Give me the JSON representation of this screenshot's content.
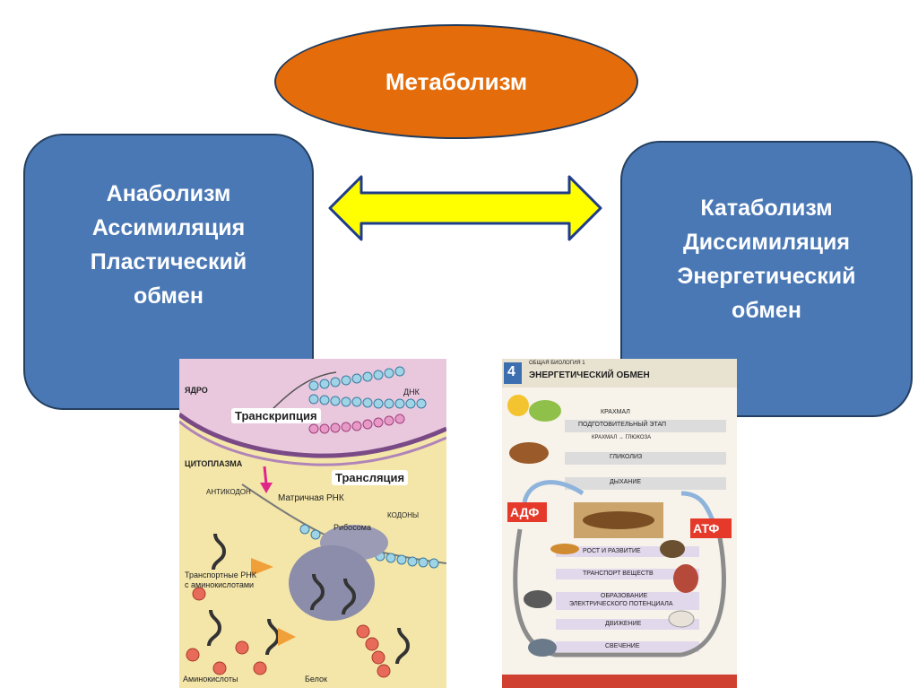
{
  "metabolism": {
    "title": "Метаболизм"
  },
  "anabolism": {
    "lines": [
      "Анаболизм",
      "Ассимиляция",
      "Пластический",
      "обмен"
    ]
  },
  "catabolism": {
    "lines": [
      "Катаболизм",
      "Диссимиляция",
      "Энергетический",
      "обмен"
    ]
  },
  "arrow": {
    "fill": "#ffff00",
    "stroke": "#1f3c8a"
  },
  "protein_synthesis": {
    "nucleus": "ЯДРО",
    "dna": "ДНК",
    "transcription": "Транскрипция",
    "cytoplasm": "ЦИТОПЛАЗМА",
    "translation": "Трансляция",
    "anticodon": "АНТИКОДОН",
    "mrna": "Матричная РНК",
    "ribosome": "Рибосома",
    "codons": "КОДОНЫ",
    "trna_line1": "Транспортные РНК",
    "trna_line2": "с аминокислотами",
    "amino_acids": "Аминокислоты",
    "protein": "Белок"
  },
  "energy_exchange": {
    "number": "4",
    "series": "ОБЩАЯ БИОЛОГИЯ 1",
    "title": "ЭНЕРГЕТИЧЕСКИЙ ОБМЕН",
    "starch": "КРАХМАЛ",
    "prep_stage": "ПОДГОТОВИТЕЛЬНЫЙ ЭТАП",
    "starch_glucose": "КРАХМАЛ → ГЛЮКОЗА",
    "glycolysis": "ГЛИКОЛИЗ",
    "respiration": "ДЫХАНИЕ",
    "adf": "АДФ",
    "atf": "АТФ",
    "growth": "РОСТ И РАЗВИТИЕ",
    "transport": "ТРАНСПОРТ ВЕЩЕСТВ",
    "potential_line1": "ОБРАЗОВАНИЕ",
    "potential_line2": "ЭЛЕКТРИЧЕСКОГО ПОТЕНЦИАЛА",
    "movement": "ДВИЖЕНИЕ",
    "glow": "СВЕЧЕНИЕ"
  }
}
